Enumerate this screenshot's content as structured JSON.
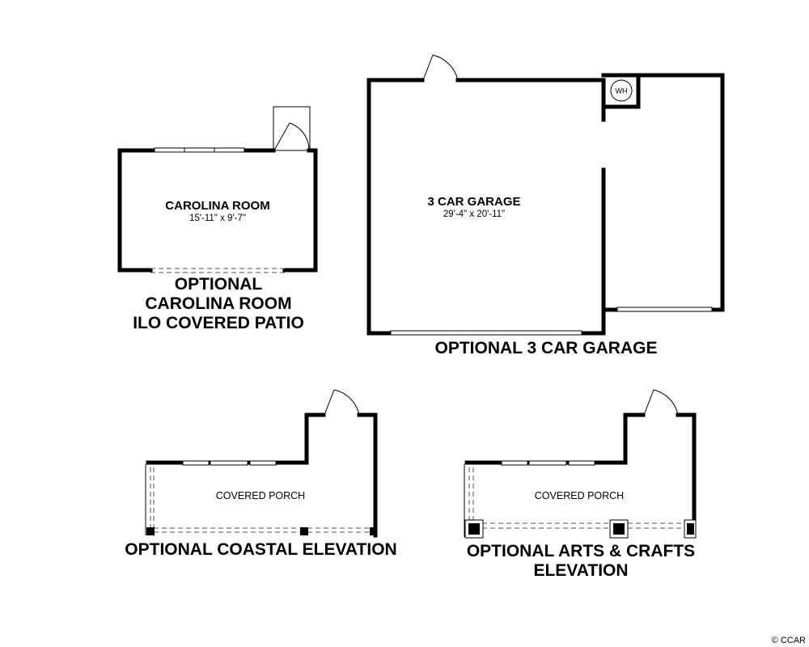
{
  "carolina_room": {
    "name": "CAROLINA ROOM",
    "dimensions": "15'-11\" x 9'-7\"",
    "caption": [
      "OPTIONAL",
      "CAROLINA ROOM",
      "ILO COVERED PATIO"
    ]
  },
  "garage": {
    "name": "3 CAR GARAGE",
    "dimensions": "29'-4\" x 20'-11\"",
    "water_heater": "WH",
    "caption": [
      "OPTIONAL 3 CAR GARAGE"
    ]
  },
  "coastal": {
    "name": "COVERED PORCH",
    "caption": [
      "OPTIONAL COASTAL ELEVATION"
    ]
  },
  "arts_crafts": {
    "name": "COVERED PORCH",
    "caption": [
      "OPTIONAL ARTS & CRAFTS",
      "ELEVATION"
    ]
  },
  "copyright": "© CCAR",
  "icons": [
    "door-swing-icon",
    "water-heater-icon",
    "window-icon"
  ]
}
